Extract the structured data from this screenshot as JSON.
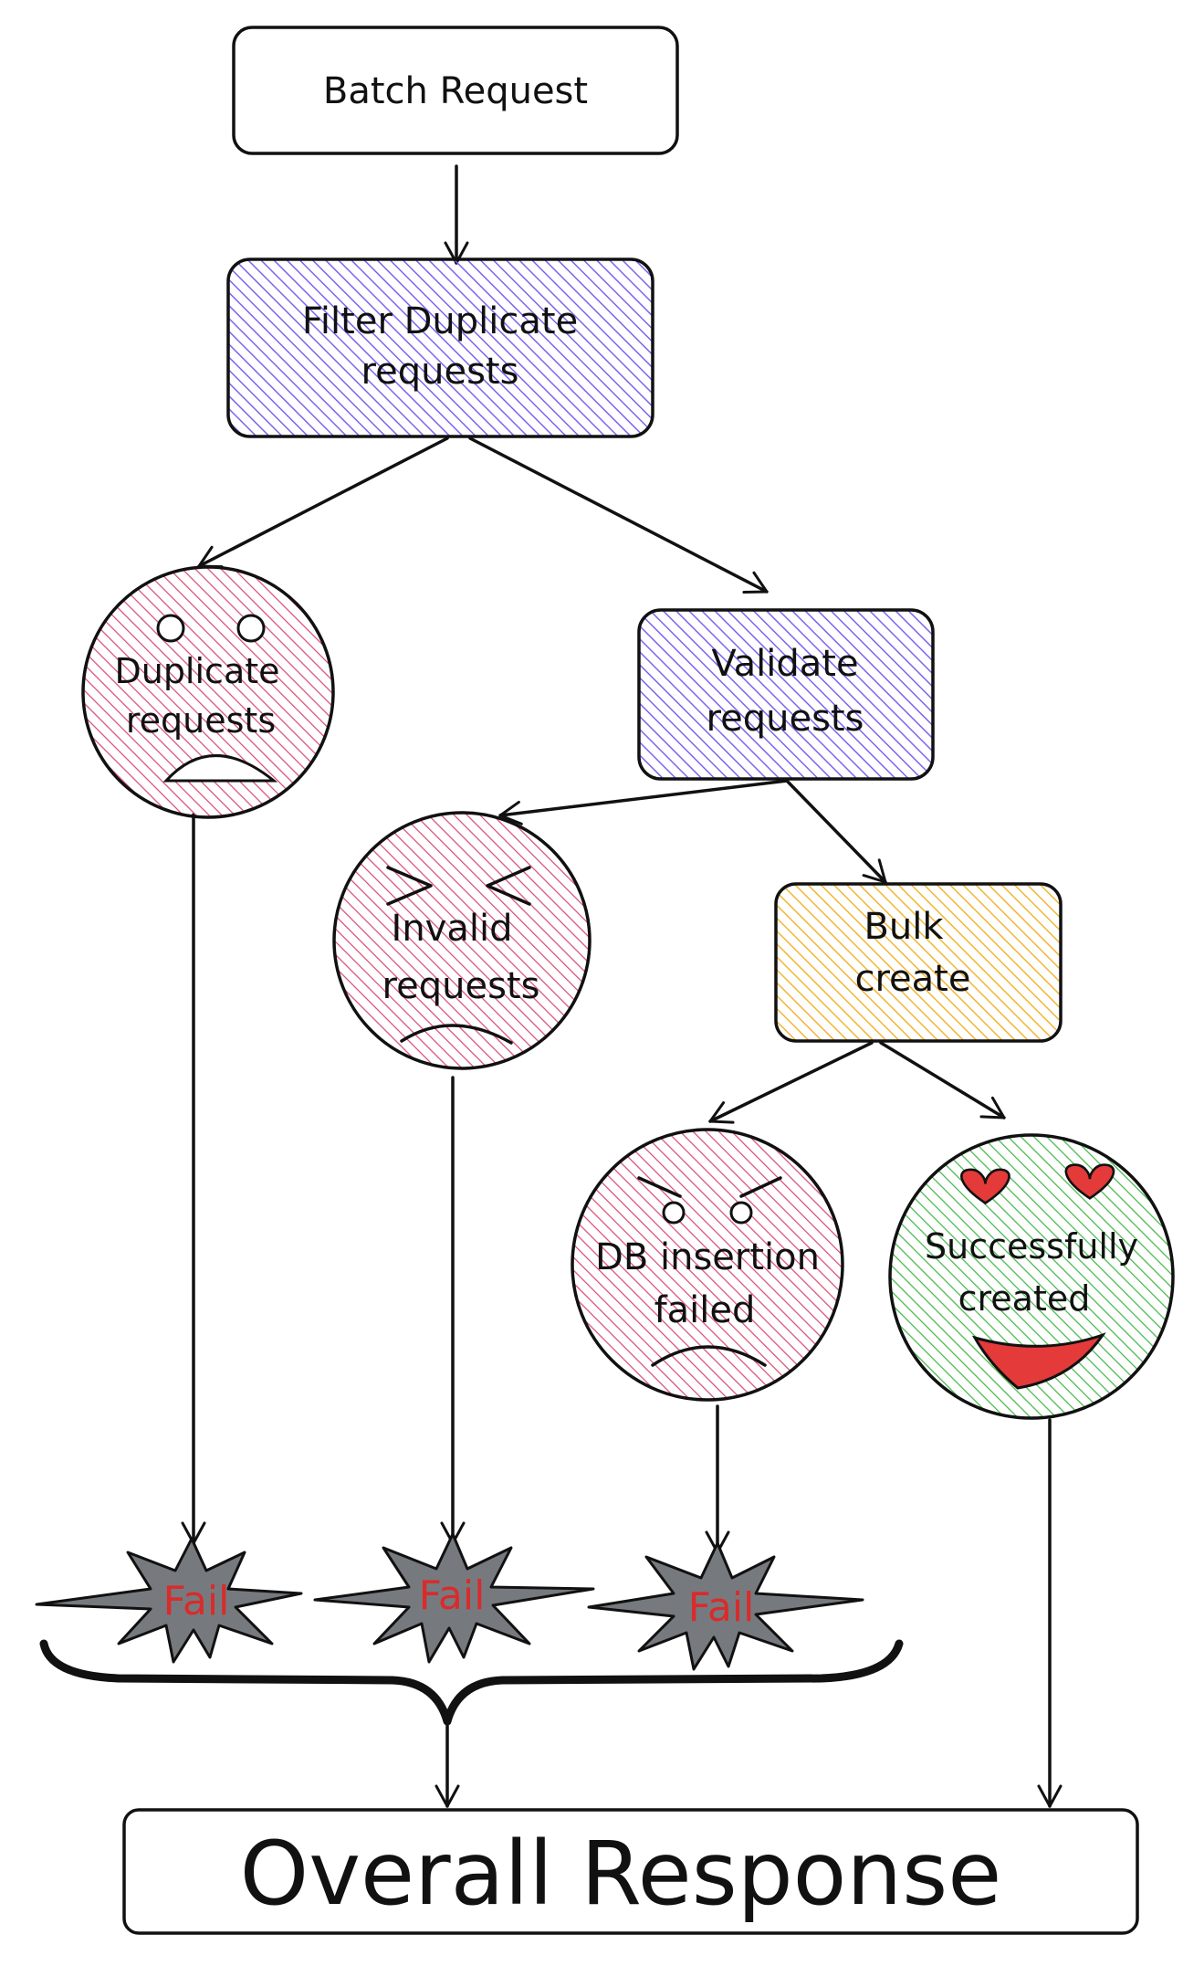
{
  "nodes": {
    "batch_request": "Batch Request",
    "filter_duplicates": [
      "Filter Duplicate",
      "requests"
    ],
    "duplicate_requests": [
      "Duplicate",
      "requests"
    ],
    "validate_requests": [
      "Validate",
      "requests"
    ],
    "invalid_requests": [
      "Invalid",
      "requests"
    ],
    "bulk_create": [
      "Bulk",
      "create"
    ],
    "db_insertion_failed": [
      "DB insertion",
      "failed"
    ],
    "successfully_created": [
      "Successfully",
      "created"
    ],
    "fail_labels": [
      "Fail",
      "Fail",
      "Fail"
    ],
    "overall_response": "Overall Response"
  },
  "colors": {
    "purple_fill": "#7f63f0",
    "pink_fill": "#d94e78",
    "yellow_fill": "#f2b632",
    "green_fill": "#46b84a",
    "fail_star": "#767a7f",
    "fail_text": "#d92b2b",
    "heart_red": "#e43a3a"
  }
}
